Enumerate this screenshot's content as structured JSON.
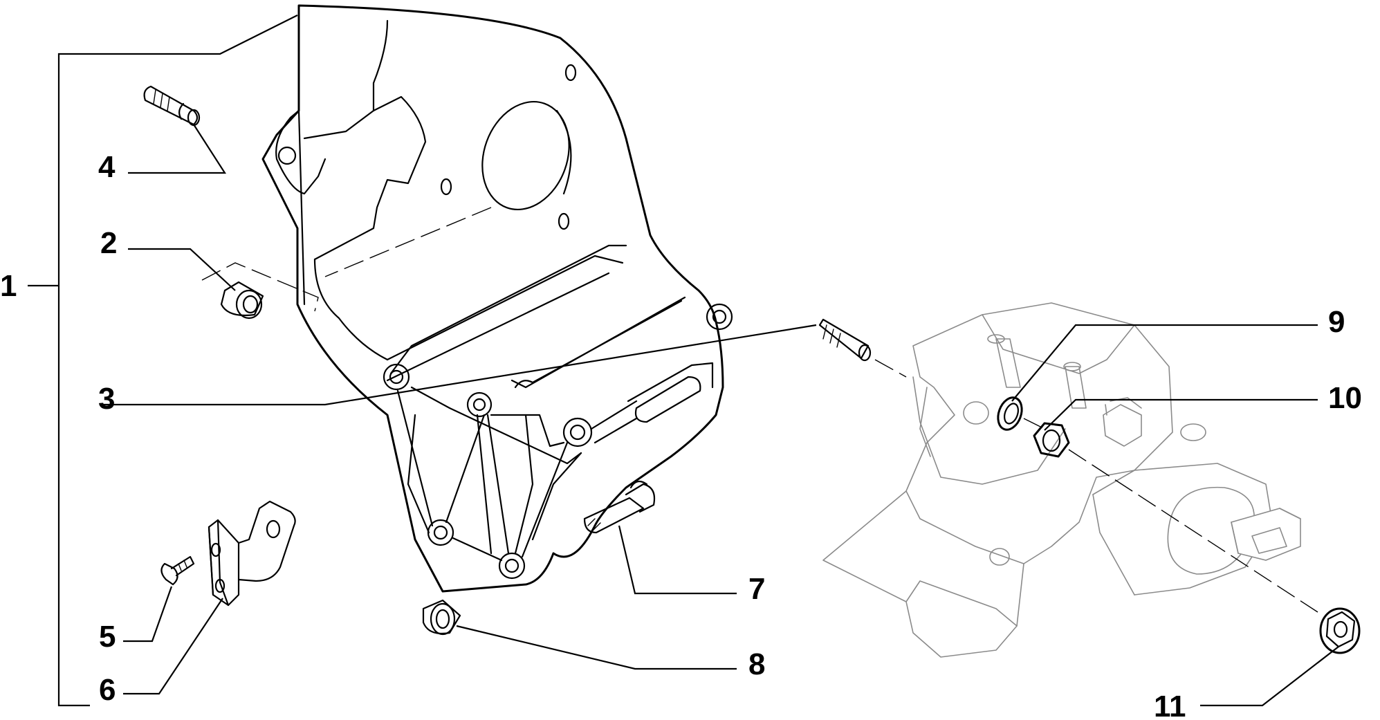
{
  "callouts": [
    {
      "id": "1",
      "label": "1"
    },
    {
      "id": "2",
      "label": "2"
    },
    {
      "id": "3",
      "label": "3"
    },
    {
      "id": "4",
      "label": "4"
    },
    {
      "id": "5",
      "label": "5"
    },
    {
      "id": "6",
      "label": "6"
    },
    {
      "id": "7",
      "label": "7"
    },
    {
      "id": "8",
      "label": "8"
    },
    {
      "id": "9",
      "label": "9"
    },
    {
      "id": "10",
      "label": "10"
    },
    {
      "id": "11",
      "label": "11"
    }
  ],
  "colors": {
    "line": "#000000",
    "context_line": "#8a8a8a",
    "background": "#ffffff"
  }
}
